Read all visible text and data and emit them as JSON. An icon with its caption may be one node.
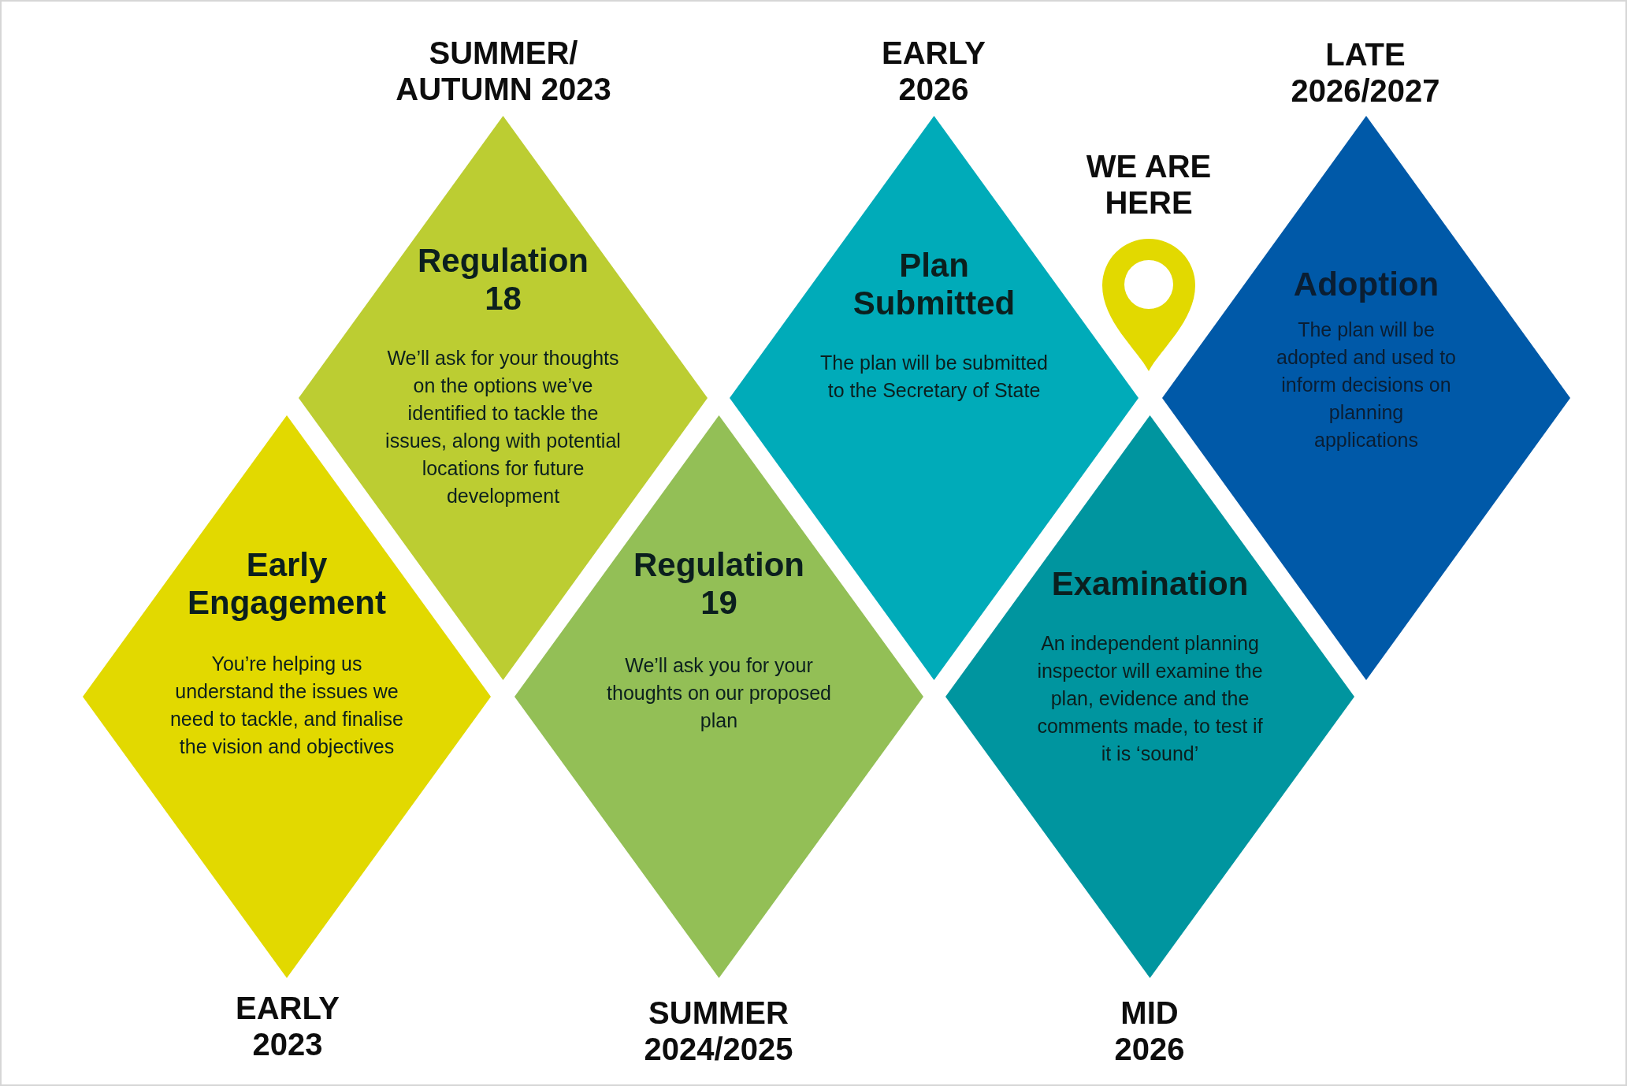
{
  "diagram": {
    "nodes": [
      {
        "text": [
          "Early Engagement",
          "You’re helping us understand the issues we need to tackle, and finalise the vision and objectives"
        ],
        "beside": [
          "EARLY 2023"
        ]
      },
      {
        "text": [
          "Regulation 18",
          "We’ll ask for your thoughts on the options we’ve identified to tackle the issues, along with potential locations for future development"
        ],
        "beside": [
          "SUMMER/ AUTUMN 2023"
        ]
      },
      {
        "text": [
          "Regulation 19",
          "We’ll ask you for your thoughts on our proposed plan"
        ],
        "beside": [
          "SUMMER 2024/2025"
        ]
      },
      {
        "text": [
          "Plan Submitted",
          "The plan will be submitted to the Secretary of State"
        ],
        "beside": [
          "EARLY 2026"
        ]
      },
      {
        "text": [
          "Examination",
          "An independent planning inspector will examine the plan, evidence and the comments made, to test if it is ‘sound’"
        ],
        "beside": [
          "MID 2026"
        ]
      },
      {
        "text": [
          "Adoption",
          "The plan will be adopted and used to inform decisions on planning applications"
        ],
        "beside": [
          "LATE 2026/2027"
        ]
      }
    ],
    "labels": [
      "WE ARE HERE"
    ]
  }
}
